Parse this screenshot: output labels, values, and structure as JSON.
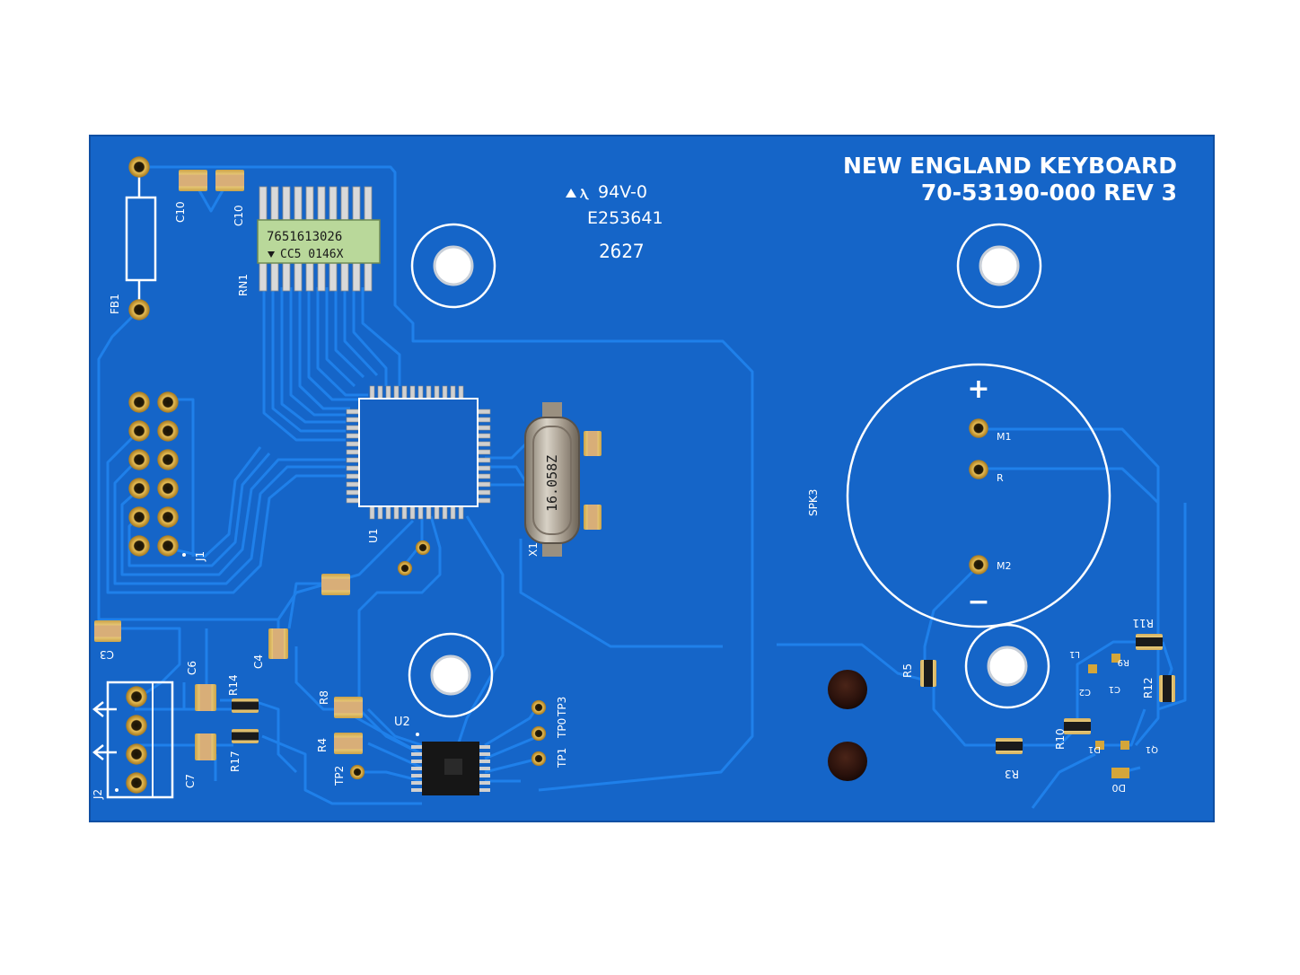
{
  "board": {
    "title_line1": "NEW ENGLAND KEYBOARD",
    "title_line2": "70-53190-000 REV 3",
    "ul_mark": "94V-0",
    "ul_file": "E253641",
    "date_code": "2627"
  },
  "chips": {
    "resistor_network_line1": "7651613026",
    "resistor_network_line2": "CC5 0146X",
    "crystal_marking": "16.058Z"
  },
  "speaker": {
    "ref": "SPK3",
    "plus": "+",
    "minus": "−",
    "pins": [
      "M1",
      "R",
      "M2"
    ]
  },
  "refdes": {
    "c10a": "C10",
    "c10b": "C10",
    "rn1": "RN1",
    "fb1": "FB1",
    "j1": "J1",
    "u1": "U1",
    "x1": "X1",
    "c3": "C3",
    "c6": "C6",
    "c4": "C4",
    "r14": "R14",
    "r17": "R17",
    "c7": "C7",
    "j2": "J2",
    "r8": "R8",
    "r4": "R4",
    "tp2": "TP2",
    "u2": "U2",
    "tp1": "TP1",
    "tp0": "TP0",
    "tp3": "TP3",
    "r5": "R5",
    "r3": "R3",
    "r10": "R10",
    "r11": "R11",
    "r12": "R12",
    "l1": "L1",
    "c2": "C2",
    "c1": "C1",
    "d1": "D1",
    "d0": "D0",
    "q1": "Q1",
    "r9": "R9"
  },
  "colors": {
    "background": "#ffffff",
    "soldermask": "#1565c8",
    "trace": "#1f80ea",
    "copper_pad": "#d4a63a",
    "silkscreen": "#ffffff"
  }
}
